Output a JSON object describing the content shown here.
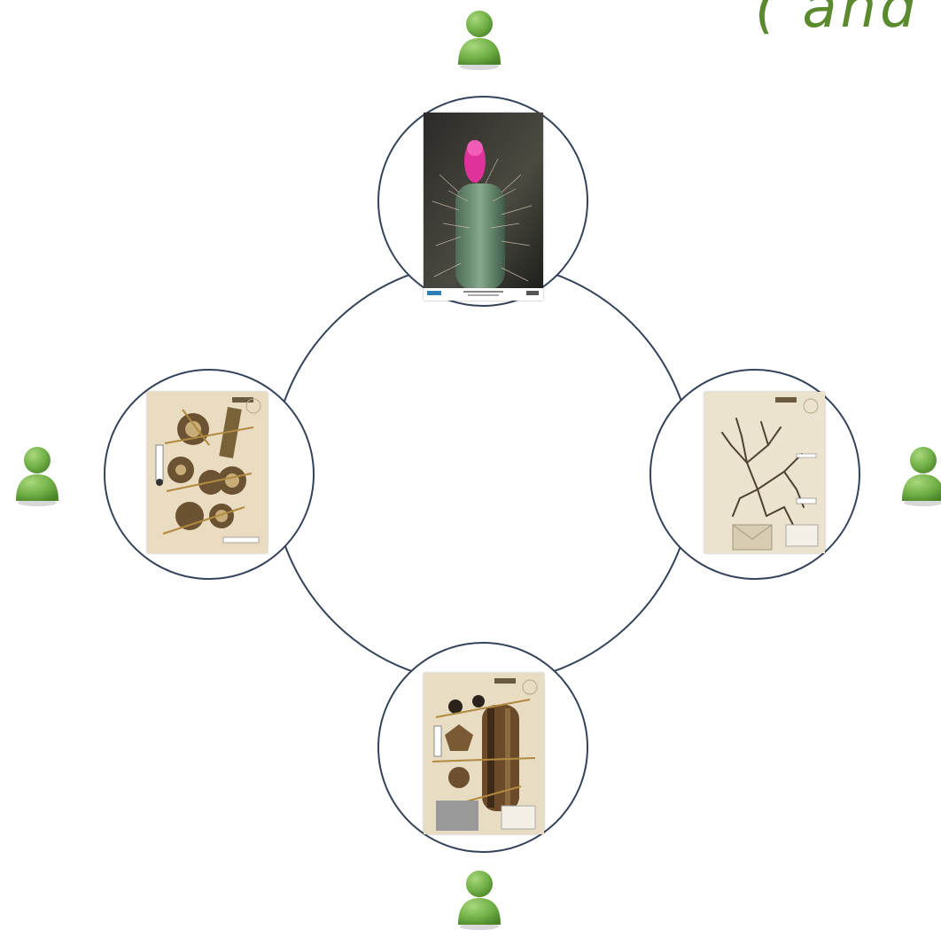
{
  "title": {
    "text": "( and",
    "color": "#5b8a2e"
  },
  "colors": {
    "ring": "#34425a",
    "person_light": "#9bd070",
    "person_mid": "#6fae45",
    "person_dark": "#4a8428"
  },
  "nodes": [
    {
      "id": "top",
      "image": "cactus-flower-photo-icon"
    },
    {
      "id": "left",
      "image": "herbarium-cactus-specimen-icon"
    },
    {
      "id": "right",
      "image": "herbarium-plant-specimen-icon"
    },
    {
      "id": "bottom",
      "image": "herbarium-columnar-cactus-specimen-icon"
    }
  ],
  "people": [
    {
      "id": "top",
      "icon": "person-icon"
    },
    {
      "id": "left",
      "icon": "person-icon"
    },
    {
      "id": "right",
      "icon": "person-icon"
    },
    {
      "id": "bottom",
      "icon": "person-icon"
    }
  ]
}
